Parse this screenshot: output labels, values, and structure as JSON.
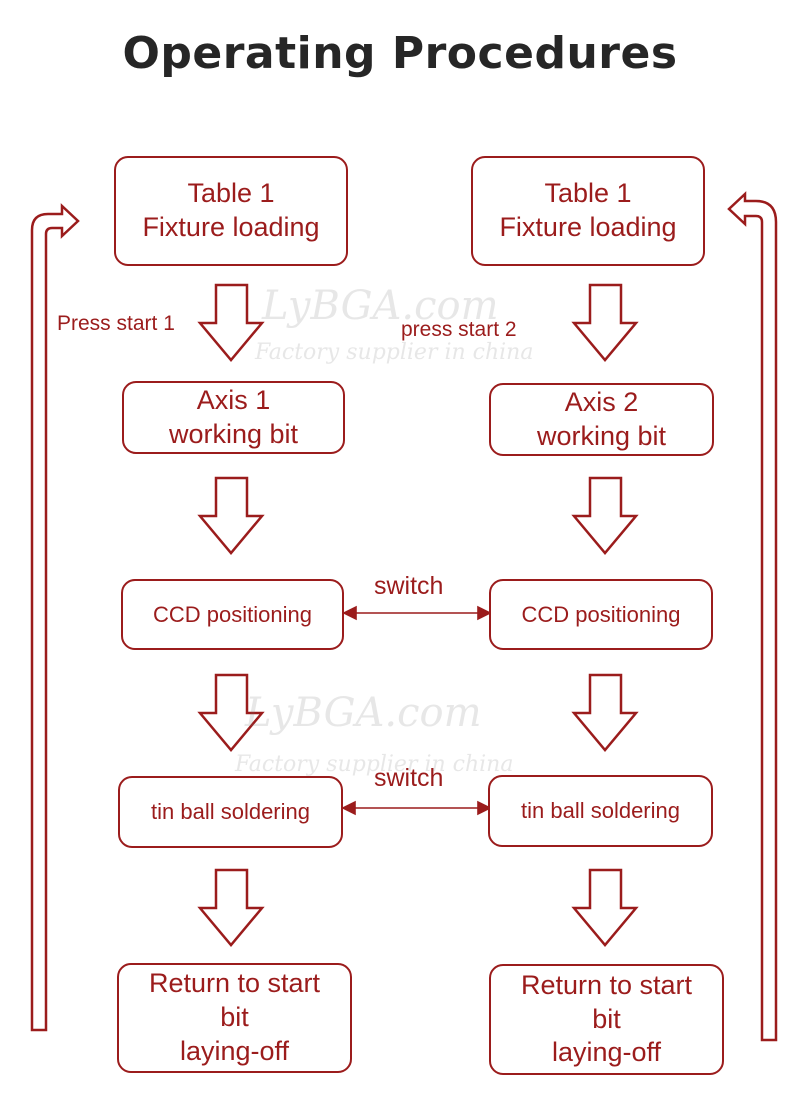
{
  "title": "Operating Procedures",
  "colors": {
    "accent": "#9b1c1c",
    "title": "#262626"
  },
  "left_column": {
    "box1": [
      "Table 1",
      "Fixture loading"
    ],
    "edge1_label": "Press start 1",
    "box2": [
      "Axis 1",
      "working bit"
    ],
    "box3": "CCD positioning",
    "box4": "tin ball soldering",
    "box5": [
      "Return to start",
      "bit",
      "laying-off"
    ]
  },
  "right_column": {
    "box1": [
      "Table 1",
      "Fixture loading"
    ],
    "edge1_label": "press start 2",
    "box2": [
      "Axis 2",
      "working bit"
    ],
    "box3": "CCD positioning",
    "box4": "tin ball soldering",
    "box5": [
      "Return to start",
      "bit",
      "laying-off"
    ]
  },
  "switch_labels": [
    "switch",
    "switch"
  ],
  "watermark": {
    "brand": "LyBGA.com",
    "tagline": "Factory supplier in china"
  }
}
